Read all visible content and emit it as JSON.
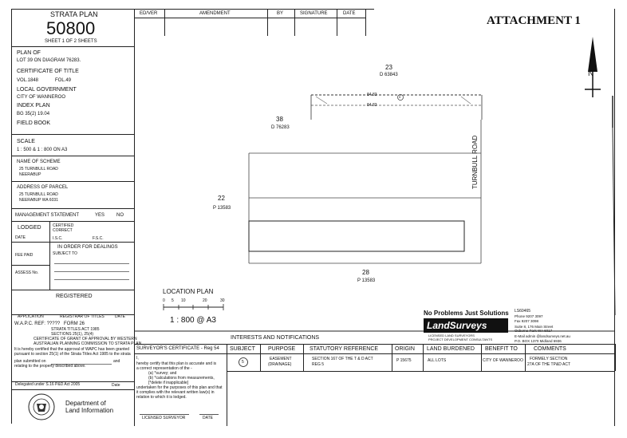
{
  "attachment": "ATTACHMENT 1",
  "strata": {
    "title": "STRATA PLAN",
    "number": "50800",
    "sheet": "SHEET 1 OF 2 SHEETS"
  },
  "plan_of": {
    "label": "PLAN OF",
    "value": "LOT 39 ON DIAGRAM 76283."
  },
  "certificate": {
    "label": "CERTIFICATE OF TITLE",
    "vol": "VOL.1848",
    "fol": "FOL.49"
  },
  "local_gov": {
    "label": "LOCAL GOVERNMENT",
    "value": "CITY OF WANNEROO"
  },
  "index_plan": {
    "label": "INDEX PLAN",
    "value": "BG 35(2) 19.04"
  },
  "field_book": {
    "label": "FIELD BOOK"
  },
  "scale": {
    "label": "SCALE",
    "value": "1 : 500 & 1 : 800 ON A3"
  },
  "scheme": {
    "label": "NAME OF SCHEME",
    "line1": "25 TURNBULL ROAD",
    "line2": "NEERABUP"
  },
  "parcel": {
    "label": "ADDRESS OF PARCEL",
    "line1": "25 TURNBULL ROAD",
    "line2": "NEERABUP WA 6031"
  },
  "management": {
    "label": "MANAGEMENT STATEMENT",
    "yes": "YES",
    "no": "NO"
  },
  "lodged": {
    "label": "LODGED",
    "certified": "CERTIFIED CORRECT",
    "date": "DATE",
    "isc": "I.S.C.",
    "fsc": "F.S.C.",
    "in_order": "IN ORDER FOR DEALINGS",
    "subject_to": "SUBJECT TO",
    "fee_paid": "FEE PAID",
    "assess": "ASSESS No."
  },
  "registered": "REGISTERED",
  "approval": {
    "application": "APPLICATION",
    "registrar": "REGISTRAR OF TITLES",
    "date": "DATE",
    "wapc": "W.A.P.C. REF: ?????",
    "form": "FORM 26",
    "act1": "STRATA TITLES ACT 1985",
    "act2": "SECTIONS 25(1), 25(4)",
    "cert1": "CERTIFICATE OF GRANT OF APPROVAL BY WESTERN",
    "cert2": "AUSTRALIAN PLANNING COMMISSION TO STRATA PLAN",
    "body1": "It is hereby certified that the approval of WAPC has been granted",
    "body2": "pursuant to section 25(1) of the  Strata Titles Act 1985 to the strata",
    "body3": "plan submitted on",
    "body3b": "and",
    "body4": "relating to the property described above.",
    "delegated": "Delegated under S.16 P&D Act 2005",
    "date2": "Date"
  },
  "department": {
    "line1": "Department of",
    "line2": "Land Information"
  },
  "amendment_header": {
    "edver": "ED/VER",
    "amendment": "AMENDMENT",
    "by": "BY",
    "signature": "SIGNATURE",
    "date": "DATE"
  },
  "plan": {
    "lot23": "23",
    "d63843": "D 63843",
    "lot38": "38",
    "d76283": "D 76283",
    "lot22": "22",
    "p13583a": "P 13583",
    "lot28": "28",
    "p13583b": "P 13583",
    "road": "TURNBULL   ROAD",
    "dim1": "84.83",
    "dim2": "84.83",
    "circle": "5",
    "north": "N"
  },
  "location_plan": {
    "title": "LOCATION PLAN",
    "ticks": [
      "0",
      "5",
      "10",
      "20",
      "30"
    ],
    "scale": "1 : 800 @ A3"
  },
  "surveyor_firm": {
    "slogan": "No Problems Just Solutions",
    "brand": "LandSurveys",
    "tag1": "LICENSED LAND SURVEYORS",
    "tag2": "PROJECT DEVELOPMENT CONSULTANTS",
    "ref": "LS60465",
    "phone": "Phone  9207 3097",
    "fax": "Fax    9207 3098",
    "addr1": "Suite 8, 176 Main Street",
    "addr2": "Osborne Park WA 6017",
    "email": "E-Mail admin @landsurveys.net.au",
    "po": "P.O. BOX 1370 Midland 6936"
  },
  "interests": {
    "title": "INTERESTS AND NOTIFICATIONS",
    "headers": [
      "SUBJECT",
      "PURPOSE",
      "STATUTORY REFERENCE",
      "ORIGIN",
      "LAND BURDENED",
      "BENEFIT TO",
      "COMMENTS"
    ],
    "row": {
      "subject": "5",
      "purpose1": "EASEMENT",
      "purpose2": "(DRAINAGE)",
      "statutory1": "SECTION 167 OF THE T & D ACT",
      "statutory2": "REG 5",
      "origin": "P 15675",
      "land": "ALL LOTS",
      "benefit": "CITY OF WANNEROO",
      "comments1": "FORMELY SECTION",
      "comments2": "27A OF THE TP&D ACT"
    }
  },
  "surveyor_cert": {
    "title": "SURVEYOR'S CERTIFICATE - Reg 54",
    "l1": "I,",
    "l2": "hereby certify that this plan is accurate and is",
    "l3": "a correct representation of the -",
    "l4": "(a)  *survey; and",
    "l5": "(b)  *calculations from measurements,",
    "l6": "[*delete if inapplicable]",
    "l7": "undertaken for the purposes of this plan and that",
    "l8": "it complies with the relevant written law(s) in",
    "l9": "relation to which it is lodged.",
    "licensed": "LICENSED SURVEYOR",
    "date": "DATE"
  }
}
